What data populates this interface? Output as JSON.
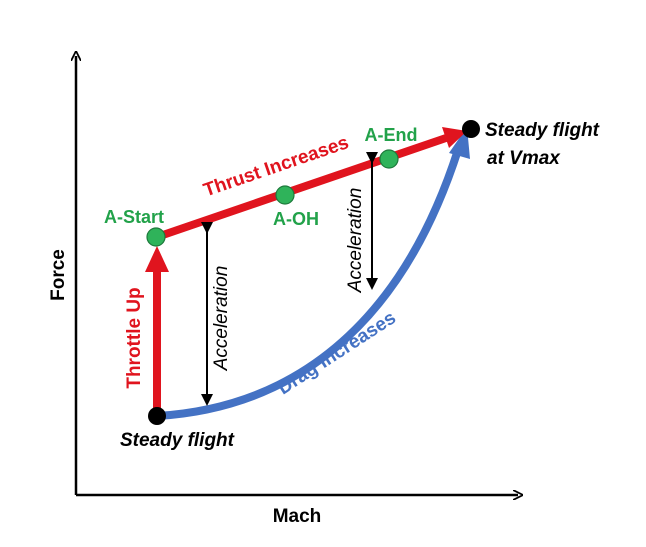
{
  "colors": {
    "thrust": "#e0141e",
    "drag": "#4472c4",
    "point": "#2fb35a",
    "point_label": "#22a24a",
    "black": "#000000"
  },
  "axes": {
    "x_label": "Mach",
    "y_label": "Force"
  },
  "labels": {
    "throttle_up": "Throttle Up",
    "thrust_increases": "Thrust Increases",
    "drag_increases": "Drag Increases",
    "acceleration_left": "Acceleration",
    "acceleration_right": "Acceleration",
    "steady_flight": "Steady flight",
    "steady_flight_vmax_line1": "Steady flight",
    "steady_flight_vmax_line2": "at Vmax",
    "a_start": "A-Start",
    "a_oh": "A-OH",
    "a_end": "A-End"
  },
  "icons": {
    "state_point": "filled-circle",
    "arrow": "arrowhead"
  }
}
